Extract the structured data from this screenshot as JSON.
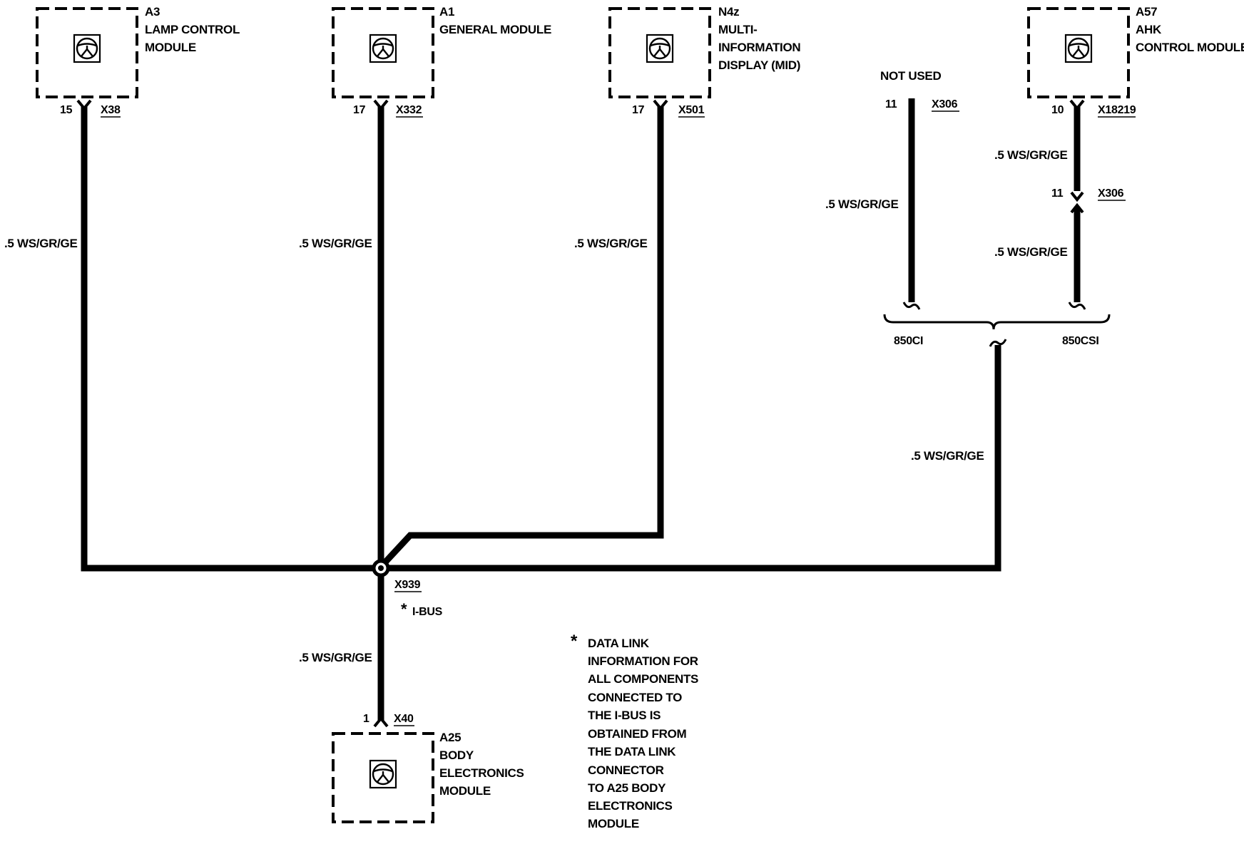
{
  "modules": {
    "a3": {
      "id": "A3",
      "line1": "LAMP CONTROL",
      "line2": "MODULE",
      "pin": "15",
      "connector": "X38",
      "icon": "module-wheel-icon"
    },
    "a1": {
      "id": "A1",
      "line1": "GENERAL MODULE",
      "pin": "17",
      "connector": "X332",
      "icon": "module-wheel-icon"
    },
    "n4z": {
      "id": "N4z",
      "line1": "MULTI-",
      "line2": "INFORMATION",
      "line3": "DISPLAY (MID)",
      "pin": "17",
      "connector": "X501",
      "icon": "module-wheel-icon"
    },
    "a57": {
      "id": "A57",
      "line1": "AHK",
      "line2": "CONTROL MODULE",
      "pin": "10",
      "connector": "X18219",
      "icon": "module-wheel-icon"
    },
    "a25": {
      "id": "A25",
      "line1": "BODY",
      "line2": "ELECTRONICS",
      "line3": "MODULE",
      "pin": "1",
      "connector": "X40",
      "icon": "module-wheel-icon"
    }
  },
  "not_used": {
    "label": "NOT USED",
    "pin": "11",
    "connector": "X306"
  },
  "inline_connector": {
    "pin": "11",
    "connector": "X306"
  },
  "wires": {
    "a3": ".5 WS/GR/GE",
    "a1": ".5 WS/GR/GE",
    "n4z": ".5 WS/GR/GE",
    "not_used": ".5 WS/GR/GE",
    "a57_upper": ".5 WS/GR/GE",
    "a57_lower": ".5 WS/GR/GE",
    "trunk": ".5 WS/GR/GE",
    "a25": ".5 WS/GR/GE"
  },
  "variants": {
    "left": "850CI",
    "right": "850CSI"
  },
  "splice": {
    "connector": "X939",
    "bus_star": "*",
    "bus_label": "I-BUS"
  },
  "note": {
    "star": "*",
    "lines": [
      "DATA LINK",
      "INFORMATION FOR",
      "ALL COMPONENTS",
      "CONNECTED TO",
      "THE I-BUS IS",
      "OBTAINED FROM",
      "THE DATA LINK",
      "CONNECTOR",
      "TO A25 BODY",
      "ELECTRONICS",
      "MODULE"
    ]
  },
  "colors": {
    "ink": "#000000",
    "paper": "#ffffff"
  }
}
